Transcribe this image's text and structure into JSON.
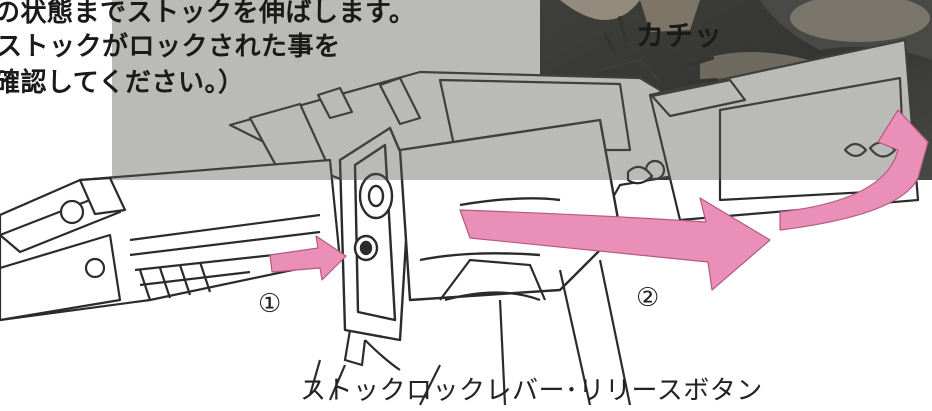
{
  "instructions": {
    "line1": "の状態までストックを伸ばします。",
    "line2": "ストックがロックされた事を",
    "line3": "確認してください。）"
  },
  "sound_effect": "カチッ",
  "steps": {
    "step1": "①",
    "step2": "②"
  },
  "caption": "ストックロックレバー･リリースボタン",
  "colors": {
    "overlay_band": "#5a5a52",
    "arrow_fill": "#e98fb8",
    "line_art": "#2b2b2b",
    "photo_dark": "#1f2021"
  }
}
